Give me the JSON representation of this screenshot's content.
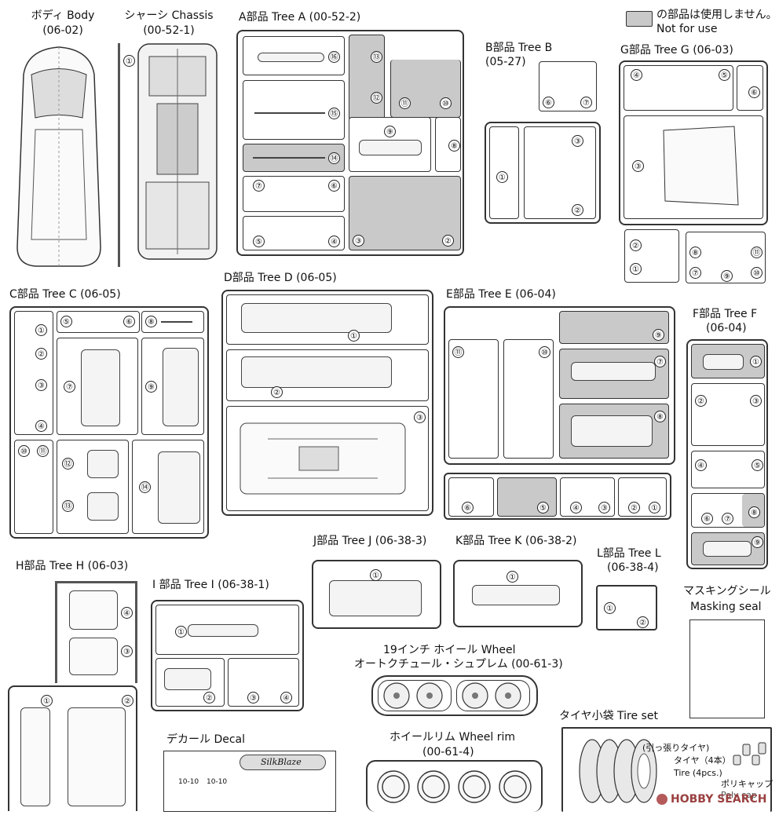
{
  "legend": {
    "jp": "の部品は使用しません。",
    "en": "Not for use"
  },
  "body": {
    "title": "ボディ Body",
    "code": "(06-02)"
  },
  "chassis": {
    "title": "シャーシ Chassis",
    "code": "(00-52-1)",
    "part": "①"
  },
  "tree_a": {
    "title": "A部品 Tree A (00-52-2)",
    "parts": [
      "⑯",
      "⑬",
      "⑫",
      "⑮",
      "⑪",
      "⑩",
      "⑭",
      "⑨",
      "⑧",
      "⑦",
      "⑥",
      "⑤",
      "④",
      "③",
      "②"
    ]
  },
  "tree_b": {
    "title": "B部品 Tree B",
    "code": "(05-27)",
    "parts": [
      "⑥",
      "⑦",
      "①",
      "③",
      "②"
    ]
  },
  "tree_g": {
    "title": "G部品 Tree G (06-03)",
    "parts": [
      "④",
      "⑤",
      "⑥",
      "③",
      "②",
      "①",
      "⑧",
      "⑦",
      "⑨",
      "⑪",
      "⑩"
    ]
  },
  "tree_c": {
    "title": "C部品 Tree C (06-05)",
    "parts": [
      "①",
      "②",
      "③",
      "④",
      "⑤",
      "⑥",
      "⑧",
      "⑦",
      "⑨",
      "⑩",
      "⑪",
      "⑫",
      "⑬",
      "⑭"
    ]
  },
  "tree_d": {
    "title": "D部品 Tree D (06-05)",
    "parts": [
      "①",
      "②",
      "③"
    ]
  },
  "tree_e": {
    "title": "E部品 Tree E (06-04)",
    "parts": [
      "⑨",
      "⑪",
      "⑩",
      "⑦",
      "⑧",
      "⑥",
      "⑤",
      "④",
      "③",
      "②",
      "①"
    ]
  },
  "tree_f": {
    "title": "F部品 Tree F",
    "code": "(06-04)",
    "parts": [
      "①",
      "②",
      "③",
      "④",
      "⑤",
      "⑥",
      "⑦",
      "⑧",
      "⑨"
    ]
  },
  "tree_h": {
    "title": "H部品 Tree H (06-03)",
    "parts": [
      "④",
      "③",
      "①",
      "②"
    ]
  },
  "tree_i": {
    "title": "I 部品 Tree I (06-38-1)",
    "parts": [
      "①",
      "②",
      "③",
      "④"
    ]
  },
  "tree_j": {
    "title": "J部品 Tree J (06-38-3)",
    "parts": [
      "①"
    ]
  },
  "tree_k": {
    "title": "K部品 Tree K (06-38-2)",
    "parts": [
      "①"
    ]
  },
  "tree_l": {
    "title": "L部品 Tree L",
    "code": "(06-38-4)",
    "parts": [
      "①",
      "②"
    ]
  },
  "masking": {
    "jp": "マスキングシール",
    "en": "Masking seal"
  },
  "wheel": {
    "line1": "19インチ ホイール Wheel",
    "line2": "オートクチュール・シュプレム (00-61-3)"
  },
  "decal": {
    "title": "デカール Decal",
    "brand": "SilkBlaze",
    "plates": [
      "10-10",
      "10-10"
    ]
  },
  "wheel_rim": {
    "title": "ホイールリム Wheel rim",
    "code": "(00-61-4)"
  },
  "tire_set": {
    "title": "タイヤ小袋 Tire set",
    "note1": "(引っ張りタイヤ)",
    "note2": "タイヤ（4本）",
    "note3": "Tire (4pcs.)",
    "cap_jp": "ポリキャップ",
    "cap_en": "Poly cap"
  },
  "watermark": "HOBBY SEARCH",
  "colors": {
    "unused_gray": "#c9c9c9",
    "outline": "#333333"
  }
}
